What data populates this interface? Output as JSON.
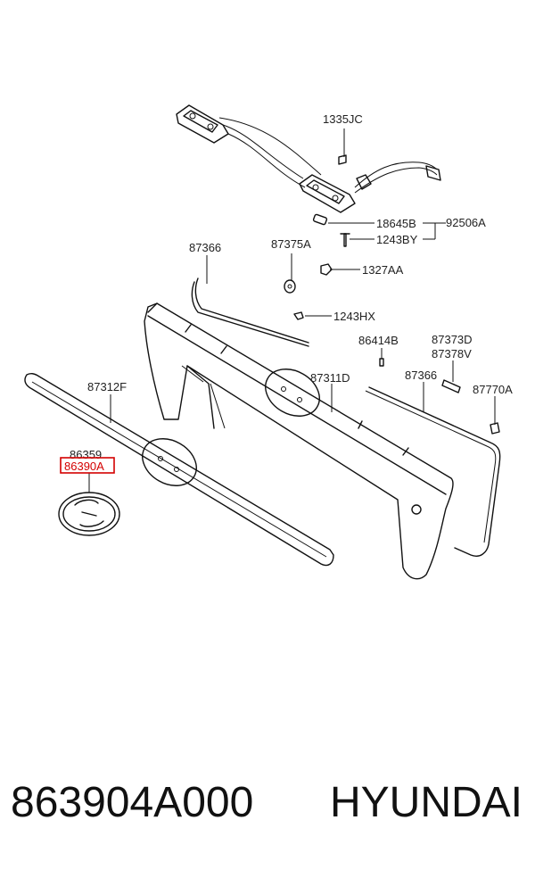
{
  "diagram": {
    "labels": {
      "l1335jc": "1335JC",
      "l18645b": "18645B",
      "l92506a": "92506A",
      "l1243by": "1243BY",
      "l87366a": "87366",
      "l87375a": "87375A",
      "l1327aa": "1327AA",
      "l1243hx": "1243HX",
      "l86414b": "86414B",
      "l87373d": "87373D",
      "l87378v": "87378V",
      "l87366b": "87366",
      "l87770a": "87770A",
      "l87312f": "87312F",
      "l87311d": "87311D",
      "l86359": "86359",
      "l86390a": "86390A"
    }
  },
  "caption": {
    "part_number": "863904A000",
    "brand": "HYUNDAI"
  },
  "colors": {
    "highlight": "#d40000",
    "line": "#111111"
  }
}
